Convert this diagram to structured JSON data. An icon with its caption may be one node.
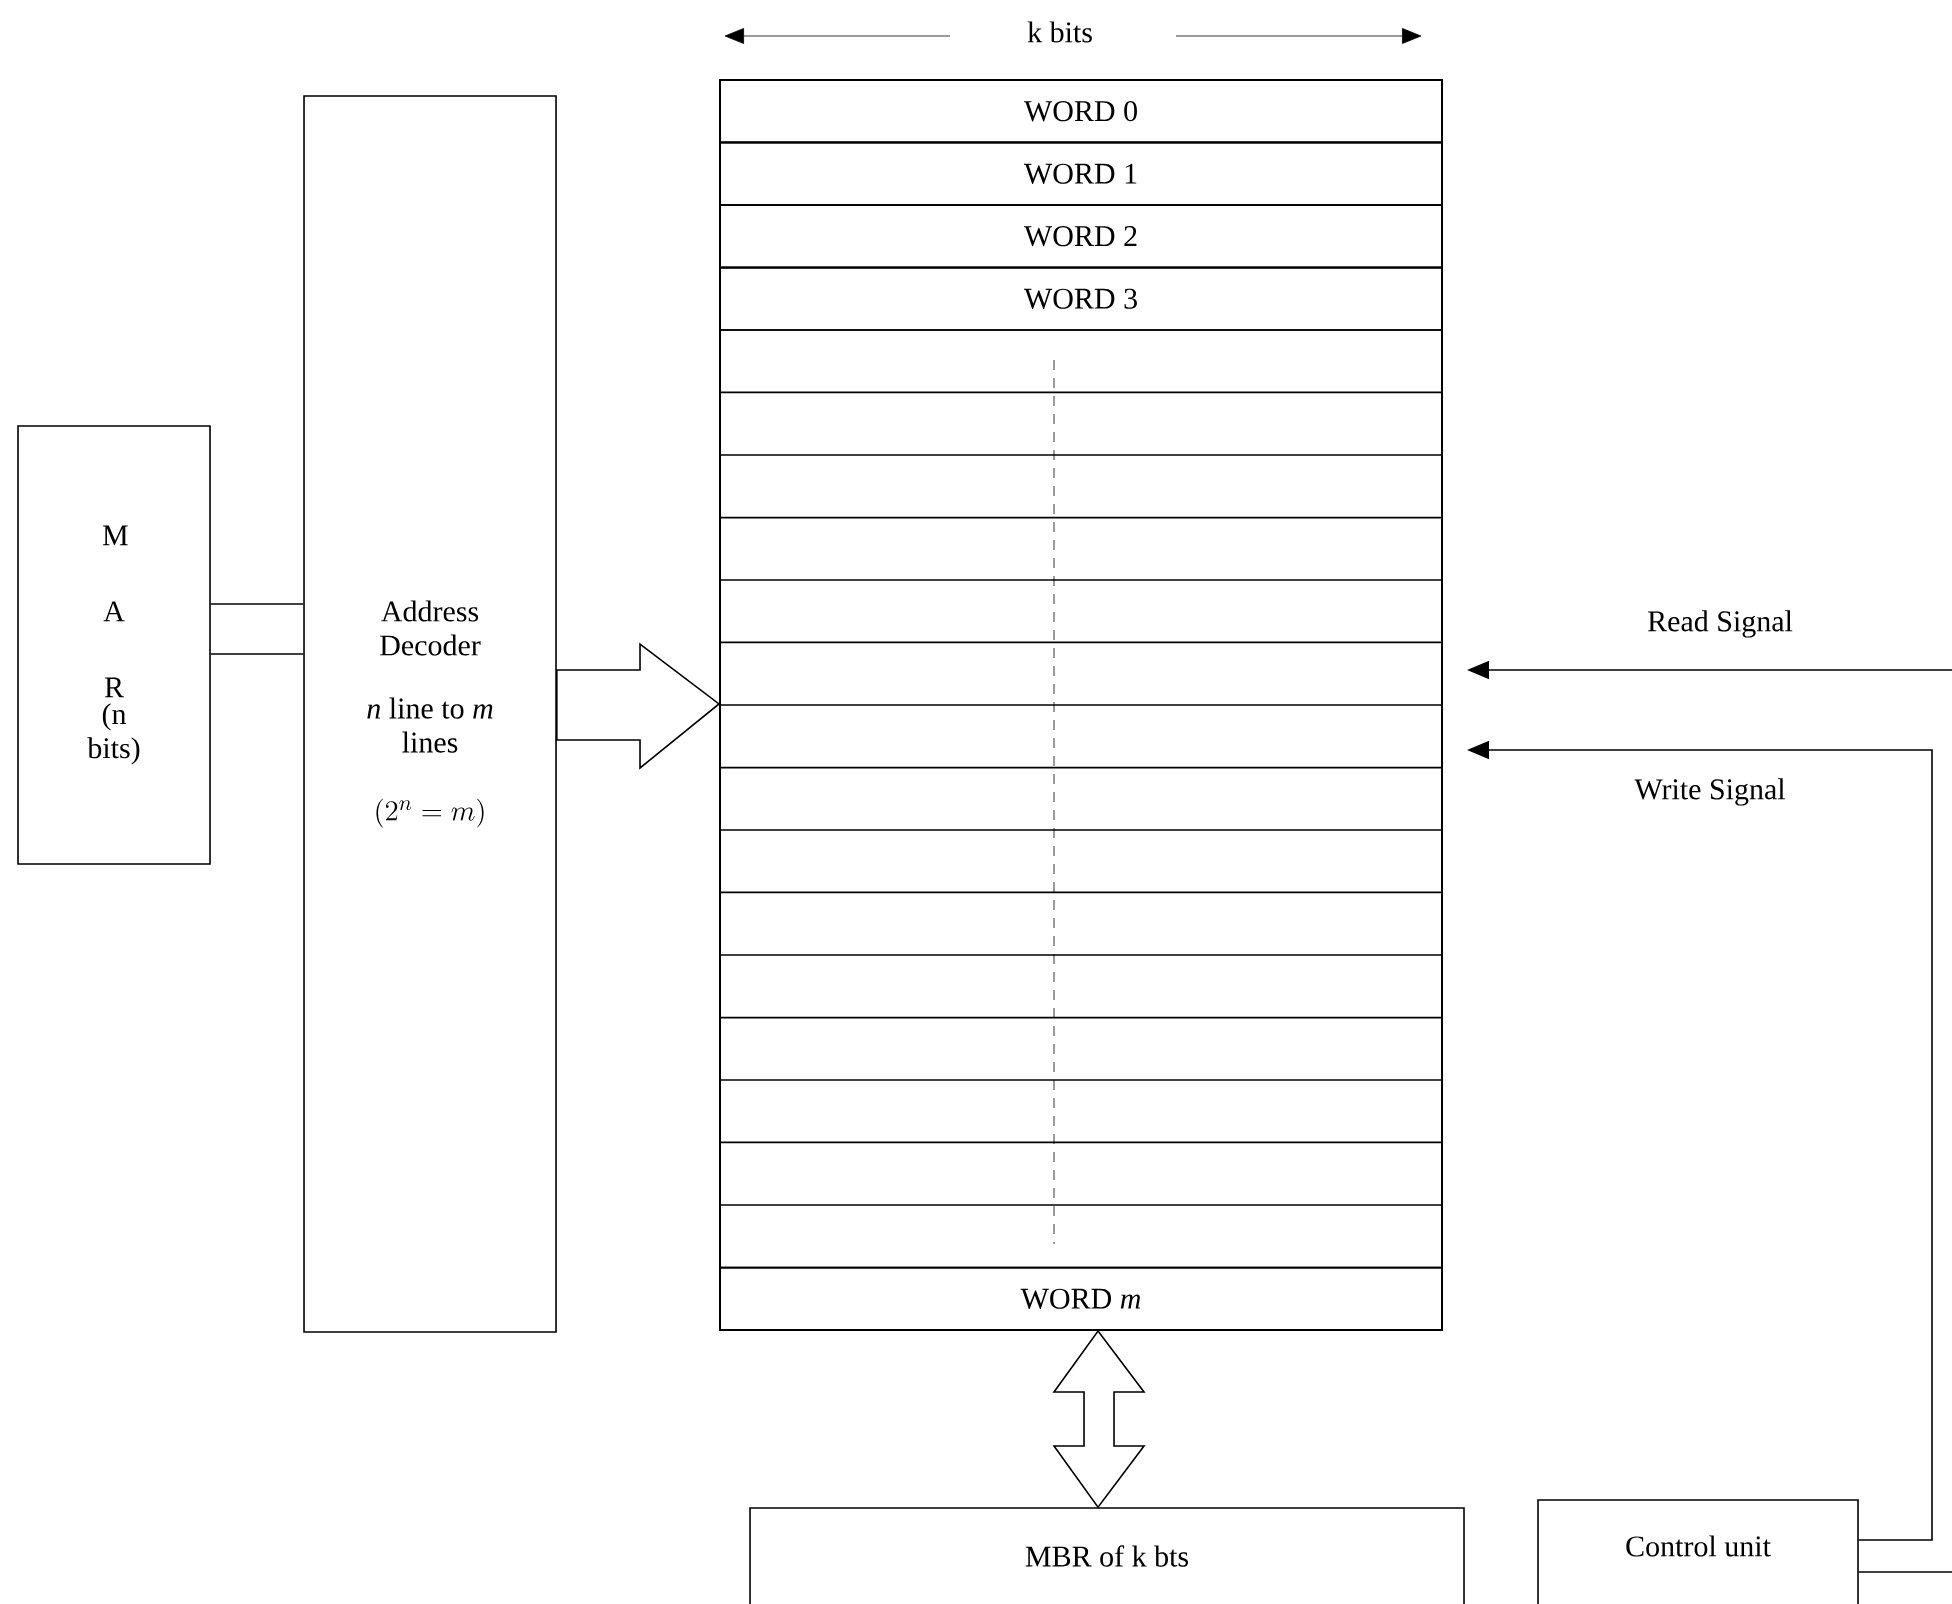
{
  "diagram": {
    "nodes": [
      {
        "text": [
          "M A R",
          "(n bits)"
        ]
      },
      {
        "text": [
          "Address Decoder",
          "*n* line to *m* lines",
          "(2^n = m)"
        ]
      },
      {
        "text": [],
        "shape": "box"
      },
      {
        "text": [
          "WORD 0"
        ],
        "in": 2
      },
      {
        "text": [
          "WORD 1"
        ],
        "in": 2
      },
      {
        "text": [
          "WORD 2"
        ],
        "in": 2
      },
      {
        "text": [
          "WORD 3"
        ],
        "in": 2
      },
      {
        "text": [
          "WORD *m*"
        ],
        "in": 2
      },
      {
        "text": [
          "MBR of k bts"
        ]
      },
      {
        "text": [
          "Control unit"
        ]
      }
    ],
    "edges": [
      {
        "from": 0,
        "to": 1,
        "arrow": "none"
      },
      {
        "from": 0,
        "to": 1,
        "arrow": "none"
      },
      {
        "from": 1,
        "to": 2,
        "arrow": "to"
      },
      {
        "from": 2,
        "to": 8,
        "arrow": "both"
      },
      {
        "from": null,
        "to": 2,
        "arrow": "to",
        "label": "Read Signal"
      },
      {
        "from": 9,
        "to": 2,
        "arrow": "to",
        "label": "Write Signal"
      },
      {
        "from": 9,
        "to": null,
        "arrow": "none"
      }
    ],
    "labels": [
      "k bits"
    ]
  }
}
